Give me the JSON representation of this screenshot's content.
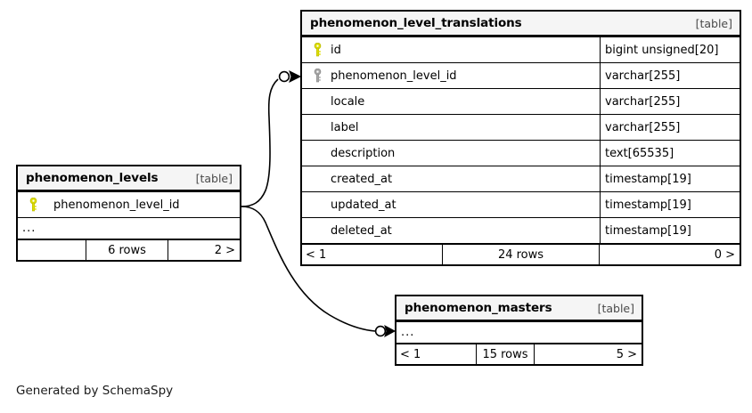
{
  "diagram": {
    "type": "entity-relationship-diagram",
    "generator_credit": "Generated by SchemaSpy",
    "kind_label": "[table]"
  },
  "tables": {
    "phenomenon_level_translations": {
      "name": "phenomenon_level_translations",
      "kind": "[table]",
      "columns": [
        {
          "key": "primary",
          "name": "id",
          "type": "bigint unsigned[20]"
        },
        {
          "key": "foreign",
          "name": "phenomenon_level_id",
          "type": "varchar[255]"
        },
        {
          "key": "none",
          "name": "locale",
          "type": "varchar[255]"
        },
        {
          "key": "none",
          "name": "label",
          "type": "varchar[255]"
        },
        {
          "key": "none",
          "name": "description",
          "type": "text[65535]"
        },
        {
          "key": "none",
          "name": "created_at",
          "type": "timestamp[19]"
        },
        {
          "key": "none",
          "name": "updated_at",
          "type": "timestamp[19]"
        },
        {
          "key": "none",
          "name": "deleted_at",
          "type": "timestamp[19]"
        }
      ],
      "footer": {
        "parents": "< 1",
        "rows": "24 rows",
        "children": "0 >"
      }
    },
    "phenomenon_levels": {
      "name": "phenomenon_levels",
      "kind": "[table]",
      "columns": [
        {
          "key": "primary",
          "name": "phenomenon_level_id",
          "type": ""
        }
      ],
      "more_indicator": "...",
      "footer": {
        "parents": "",
        "rows": "6 rows",
        "children": "2 >"
      }
    },
    "phenomenon_masters": {
      "name": "phenomenon_masters",
      "kind": "[table]",
      "more_indicator": "...",
      "footer": {
        "parents": "< 1",
        "rows": "15 rows",
        "children": "5 >"
      }
    }
  },
  "relationships": [
    {
      "from": "phenomenon_levels",
      "to": "phenomenon_level_translations",
      "to_column": "phenomenon_level_id",
      "cardinality": "zero-or-more"
    },
    {
      "from": "phenomenon_levels",
      "to": "phenomenon_masters",
      "cardinality": "zero-or-more"
    }
  ],
  "colors": {
    "primary_key": "#dfdf00",
    "foreign_key": "#9a9a9a",
    "header_bg": "#f5f5f5",
    "border": "#000000",
    "canvas": "#ffffff"
  },
  "icons": {
    "primary_key": "key-icon",
    "foreign_key": "key-icon"
  }
}
